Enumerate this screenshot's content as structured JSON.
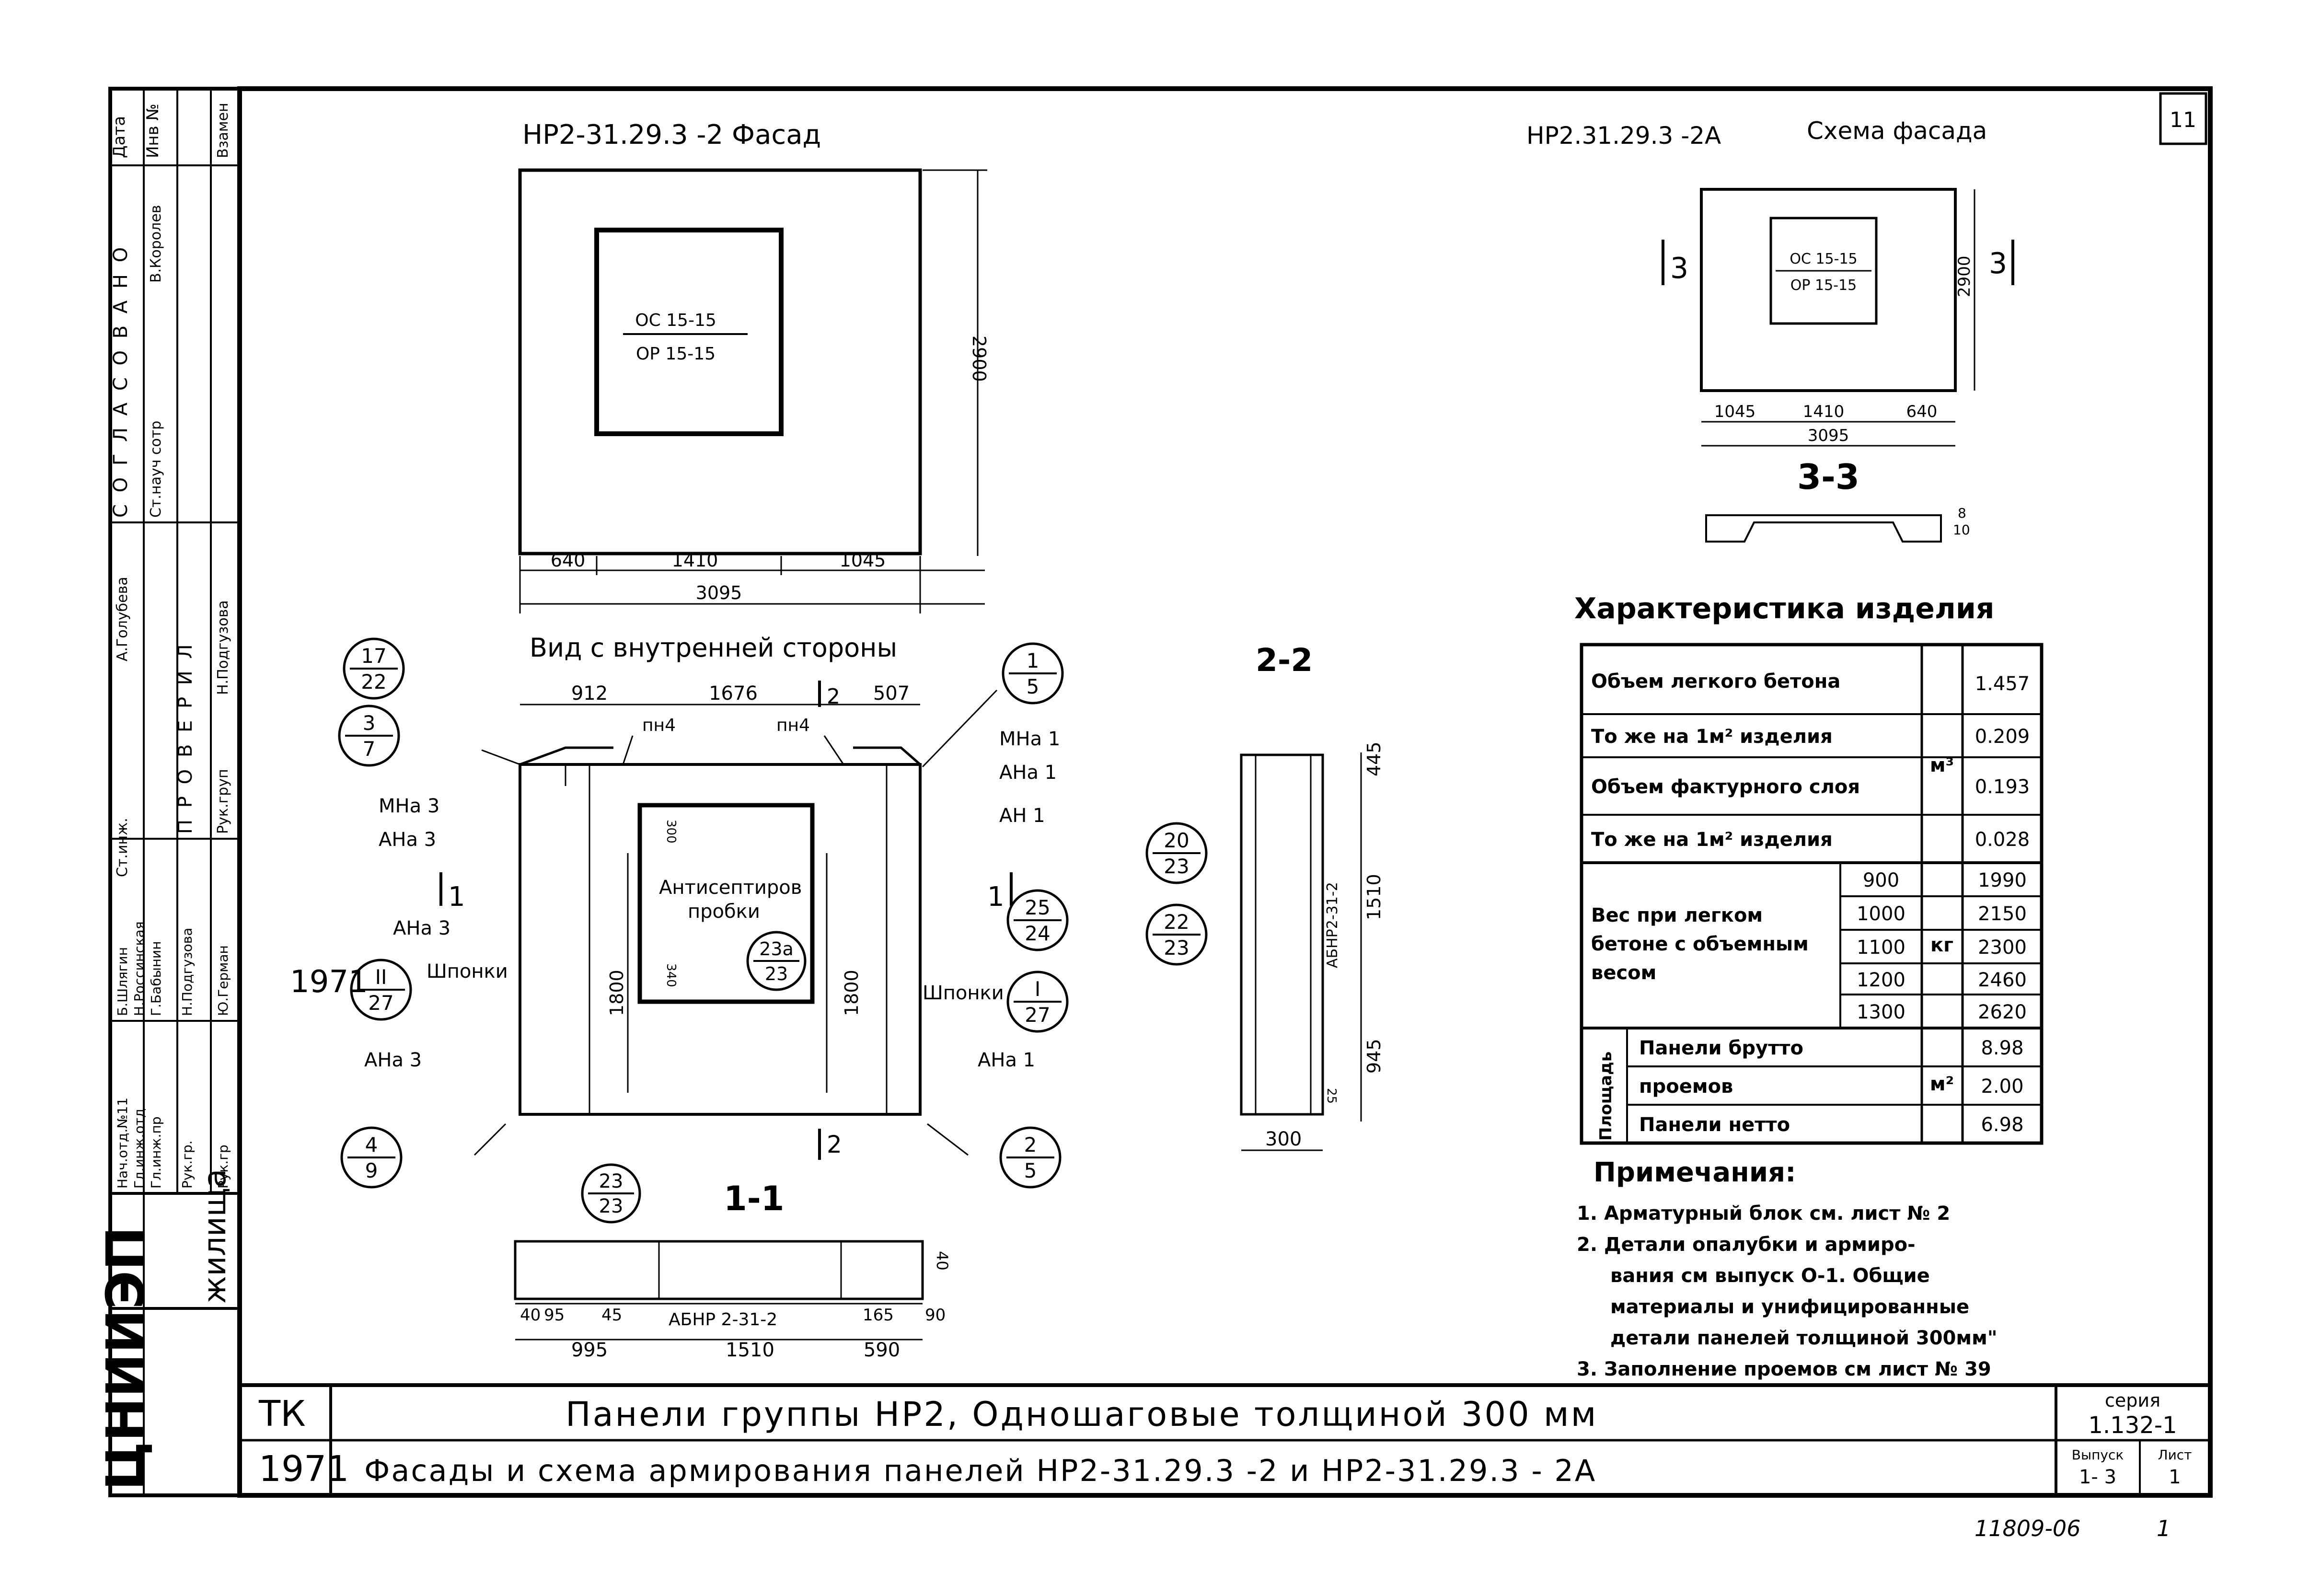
{
  "sheet_number": "11",
  "left_stamp": {
    "top_labels": [
      "Дата",
      "Инв №",
      "Взамен"
    ],
    "agreed_title": "С О Г Л А С О В А Н О",
    "agreed_rows": [
      "Ст.науч сотр",
      "В.Королев"
    ],
    "checked_title": "П Р О В Е Р И Л",
    "checked_rows": [
      "Рук.груп",
      "Н.Подгузова",
      "А.Голубева"
    ],
    "staff_rows": [
      {
        "role": "Нач.отд.№11",
        "name": "Б.Шлягин"
      },
      {
        "role": "Гл.инж.отд",
        "name": "Н.Россинская"
      },
      {
        "role": "Гл.инж.пр",
        "name": "Г.Бабынин"
      },
      {
        "role": "Рук.гр.",
        "name": "Н.Подгузова"
      },
      {
        "role": "Рук.гр",
        "name": "Ю.Герман"
      }
    ],
    "role_label": "Ст.инж.",
    "org_short": "ЦНИИЭП",
    "org_long": "жилища"
  },
  "facade": {
    "title": "НР2-31.29.3 -2 Фасад",
    "window_top": "ОС 15-15",
    "window_bottom": "ОР 15-15",
    "dims_bottom": [
      "640",
      "1410",
      "1045"
    ],
    "dim_total": "3095",
    "dim_height": "2900"
  },
  "scheme": {
    "title": "НР2.31.29.3 -2А",
    "subtitle": "Схема фасада",
    "window_top": "ОС 15-15",
    "window_bottom": "ОР 15-15",
    "dims_bottom": [
      "1045",
      "1410",
      "640"
    ],
    "dim_total": "3095",
    "dim_height": "2900",
    "cut_left": "3",
    "cut_right": "3",
    "section_label": "3-3",
    "section_dim_top": "8",
    "section_dim_bottom": "10"
  },
  "inner_view": {
    "title": "Вид с внутренней стороны",
    "dims_top": [
      "912",
      "1676",
      "507"
    ],
    "cut_mark": "2",
    "plugs_top_left": "пн4",
    "plugs_top_right": "пн4",
    "label_antiseptic": "Антисептиров",
    "label_plugs": "пробки",
    "label_dowels_left": "Шпонки",
    "label_dowels_right": "Шпонки",
    "inner_dim_top": "300",
    "inner_dim_bottom": "340",
    "dim_left": "1800",
    "dim_right": "1800",
    "year_mark": "1971",
    "cut_1_left": "1",
    "cut_1_right": "1",
    "cut_2_bottom": "2",
    "labels": [
      "МНа 3",
      "АНа 3",
      "АНа 3",
      "АНа 3",
      "МНа 1",
      "АНа 1",
      "АН 1",
      "АНа 1"
    ]
  },
  "callouts": [
    {
      "top": "17",
      "bottom": "22"
    },
    {
      "top": "3",
      "bottom": "7"
    },
    {
      "top": "II",
      "bottom": "27"
    },
    {
      "top": "4",
      "bottom": "9"
    },
    {
      "top": "1",
      "bottom": "5"
    },
    {
      "top": "25",
      "bottom": "24"
    },
    {
      "top": "I",
      "bottom": "27"
    },
    {
      "top": "2",
      "bottom": "5"
    },
    {
      "top": "23а",
      "bottom": "23"
    },
    {
      "top": "23",
      "bottom": "23"
    },
    {
      "top": "20",
      "bottom": "23"
    },
    {
      "top": "22",
      "bottom": "23"
    }
  ],
  "section_22": {
    "label": "2-2",
    "dims": [
      "445",
      "1510",
      "945"
    ],
    "bottom_dim": "300",
    "small_dim": "25",
    "block_label": "АБНР2-31-2"
  },
  "section_11": {
    "label": "1-1",
    "dims_bottom": [
      "995",
      "1510",
      "590"
    ],
    "dims_small": [
      "40",
      "95",
      "45",
      "165",
      "90"
    ],
    "dim_height": "40",
    "block_label": "АБНР 2-31-2"
  },
  "characteristics": {
    "title": "Характеристика изделия",
    "rows": [
      {
        "label": "Объем легкого бетона",
        "value": "1.457"
      },
      {
        "label": "То же на 1м² изделия",
        "value": "0.209"
      },
      {
        "label": "Объем фактурного слоя",
        "value": "0.193"
      },
      {
        "label": "То же на 1м² изделия",
        "value": "0.028"
      }
    ],
    "volume_unit": "м³",
    "weight_label": "Вес при легком бетоне с объемным весом",
    "weight_unit": "кг",
    "weights": [
      {
        "density": "900",
        "value": "1990"
      },
      {
        "density": "1000",
        "value": "2150"
      },
      {
        "density": "1100",
        "value": "2300"
      },
      {
        "density": "1200",
        "value": "2460"
      },
      {
        "density": "1300",
        "value": "2620"
      }
    ],
    "area_label": "Площадь",
    "area_unit": "м²",
    "areas": [
      {
        "label": "Панели брутто",
        "value": "8.98"
      },
      {
        "label": "проемов",
        "value": "2.00"
      },
      {
        "label": "Панели нетто",
        "value": "6.98"
      }
    ]
  },
  "notes": {
    "title": "Примечания:",
    "items": [
      "1. Арматурный блок см. лист № 2",
      "2. Детали опалубки и армиро-",
      "вания см выпуск О-1. Общие",
      "материалы и унифицированные",
      "детали панелей толщиной 300мм\"",
      "3. Заполнение проемов см лист № 39"
    ]
  },
  "title_block": {
    "code_top": "ТК",
    "code_bottom": "1971",
    "line1": "Панели группы НР2, Одношаговые толщиной 300 мм",
    "line2": "Фасады и схема армирования панелей НР2-31.29.3 -2 и НР2-31.29.3 - 2А",
    "series_label": "серия",
    "series_value": "1.132-1",
    "issue_label": "Выпуск",
    "issue_value": "1- 3",
    "sheet_label": "Лист",
    "sheet_value": "1"
  },
  "footer_code": "11809-06",
  "footer_mark": "1"
}
